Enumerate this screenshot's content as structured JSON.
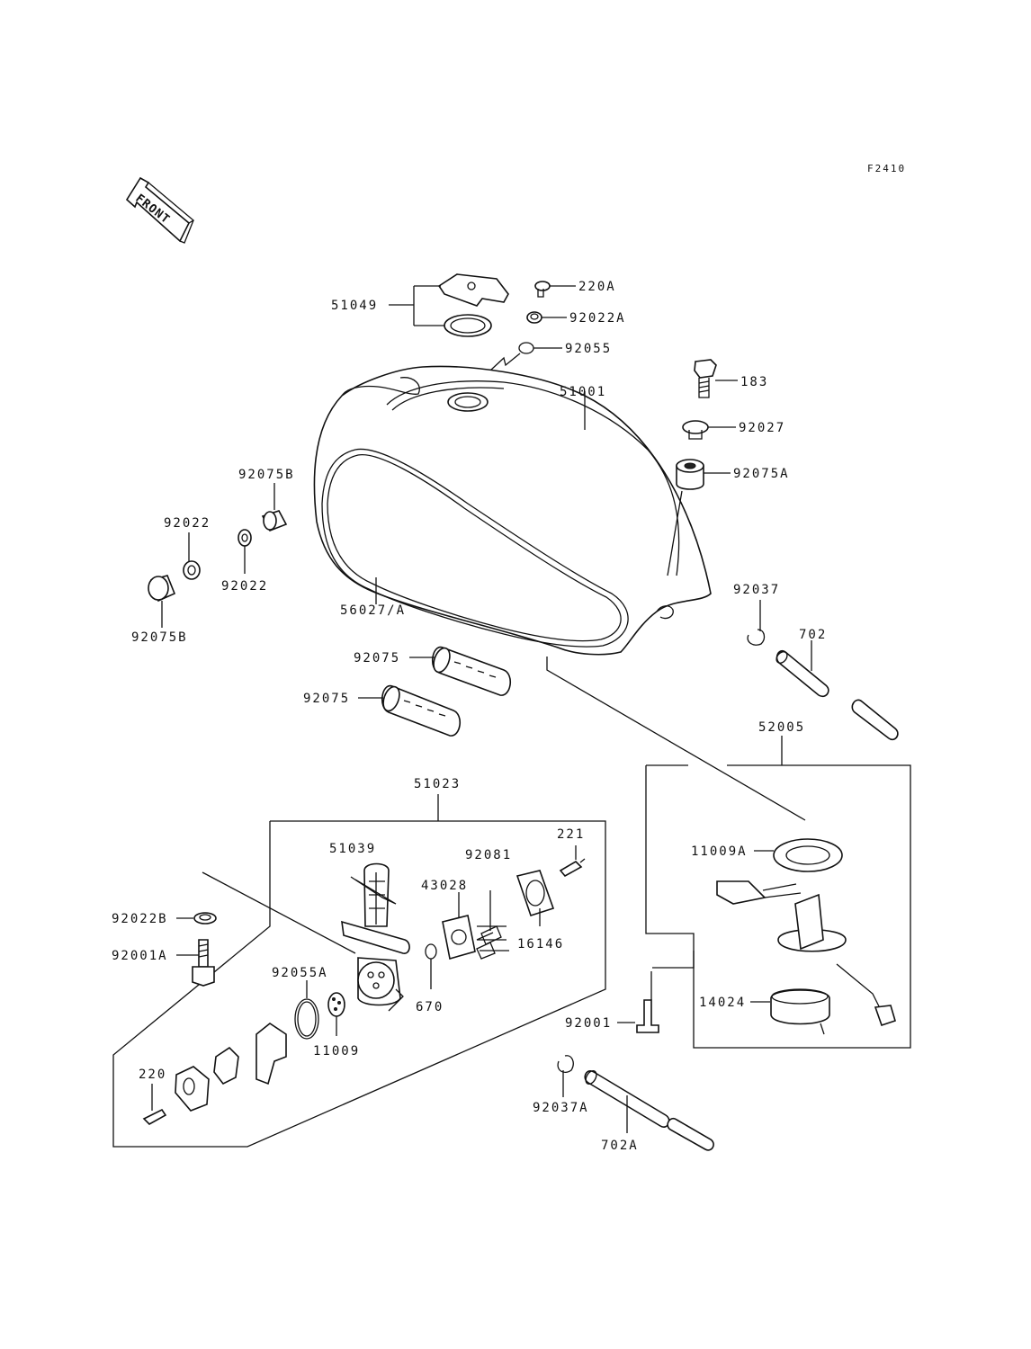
{
  "diagram_code": "F2410",
  "front_label": "FRONT",
  "labels": {
    "p51049": "51049",
    "p220A": "220A",
    "p92022A": "92022A",
    "p92055": "92055",
    "p51001": "51001",
    "p183": "183",
    "p92027": "92027",
    "p92075A": "92075A",
    "p92075B_top": "92075B",
    "p92022_top": "92022",
    "p92022_mid": "92022",
    "p92075B_left": "92075B",
    "p56027A": "56027/A",
    "p92037": "92037",
    "p702": "702",
    "p92075_a": "92075",
    "p92075_b": "92075",
    "p52005": "52005",
    "p51023": "51023",
    "p51039": "51039",
    "p92081": "92081",
    "p221": "221",
    "p43028": "43028",
    "p16146": "16146",
    "p11009A": "11009A",
    "p92022B": "92022B",
    "p92001A": "92001A",
    "p92055A": "92055A",
    "p670": "670",
    "p11009": "11009",
    "p14024": "14024",
    "p92001": "92001",
    "p220": "220",
    "p92037A": "92037A",
    "p702A": "702A"
  }
}
